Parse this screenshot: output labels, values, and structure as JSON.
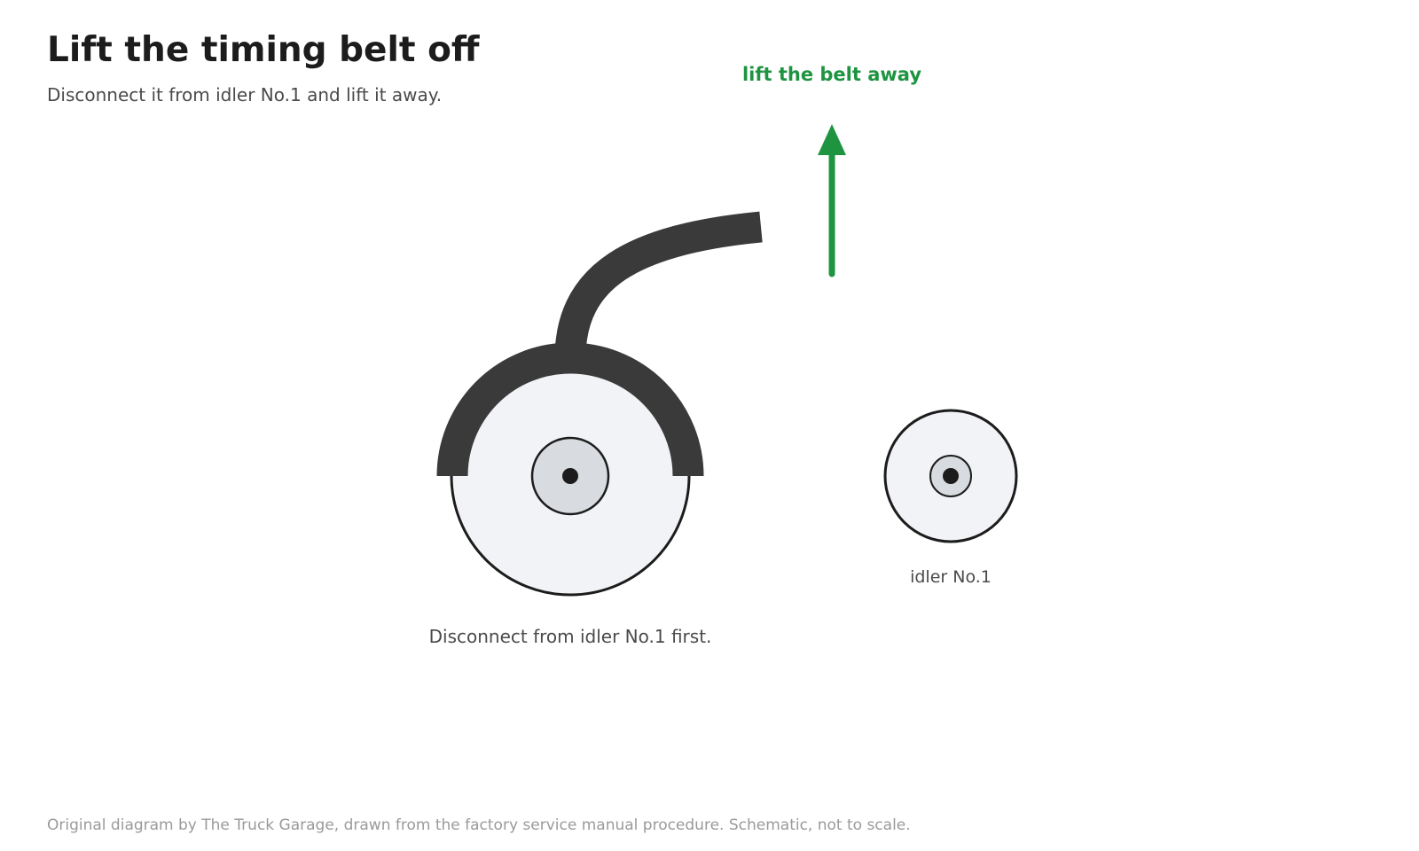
{
  "header": {
    "title": "Lift the timing belt off",
    "subtitle": "Disconnect it from idler No.1 and lift it away."
  },
  "diagram": {
    "arrow_label": "lift the belt away",
    "main_pulley_caption": "Disconnect from idler No.1 first.",
    "idler_label": "idler No.1",
    "colors": {
      "belt": "#3a3a3a",
      "pulley_fill": "#f2f3f6",
      "hub_fill": "#d8dbe0",
      "outline": "#1c1c1c",
      "arrow": "#1e9441",
      "caption_text": "#4a4a4a"
    }
  },
  "footer": {
    "credit": "Original diagram by The Truck Garage, drawn from the factory service manual procedure. Schematic, not to scale."
  }
}
